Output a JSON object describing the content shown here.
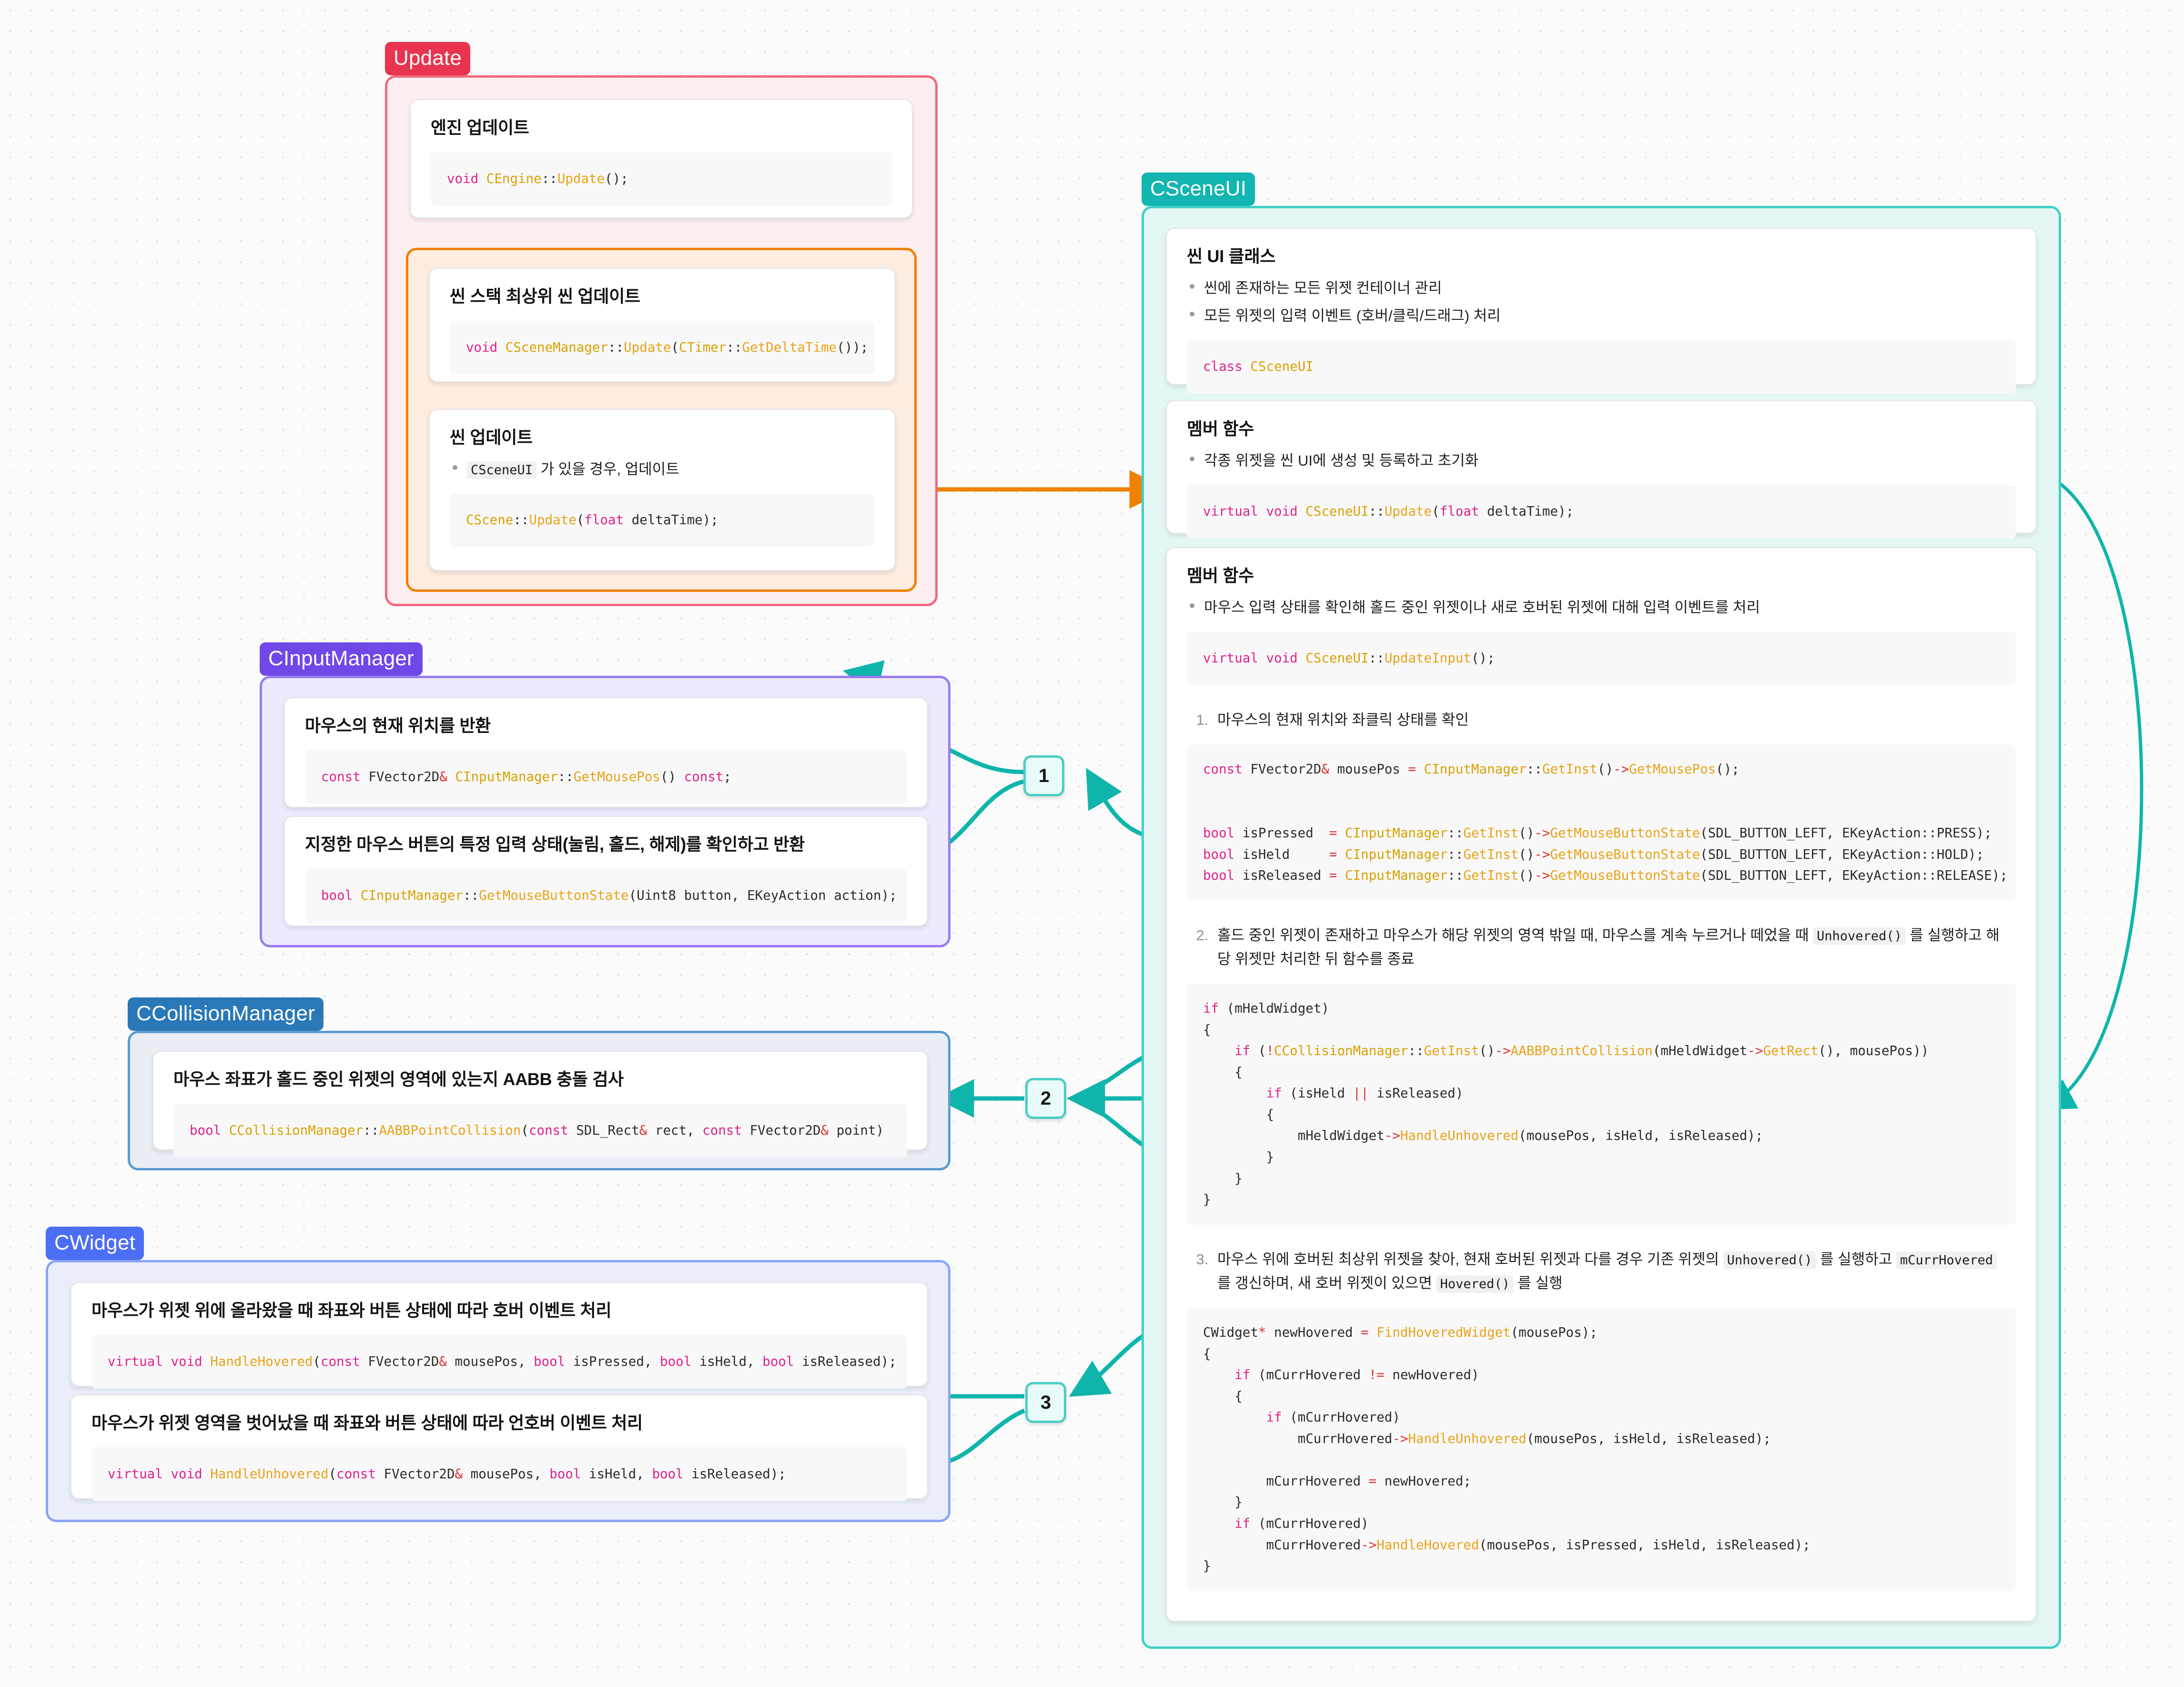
{
  "groups": {
    "update": {
      "label": "Update",
      "color": "#e8344e"
    },
    "input": {
      "label": "CInputManager",
      "color": "#7048e8"
    },
    "collision": {
      "label": "CCollisionManager",
      "color": "#2a78b8"
    },
    "widget": {
      "label": "CWidget",
      "color": "#4c6ef5"
    },
    "sceneui": {
      "label": "CSceneUI",
      "color": "#12b5b0"
    }
  },
  "update_group": {
    "engine_card": {
      "title": "엔진 업데이트",
      "code": "void CEngine::Update();"
    },
    "scenemgr_card": {
      "title": "씬 스택 최상위 씬 업데이트",
      "code": "void CSceneManager::Update(CTimer::GetDeltaTime());"
    },
    "scene_card": {
      "title": "씬 업데이트",
      "bullets": [
        "CSceneUI 가 있을 경우, 업데이트"
      ],
      "bullet_code": "CSceneUI",
      "bullet_tail": " 가 있을 경우, 업데이트",
      "code": "CScene::Update(float deltaTime);"
    }
  },
  "input_group": {
    "card1": {
      "title": "마우스의 현재 위치를 반환",
      "code": "const FVector2D& CInputManager::GetMousePos() const;"
    },
    "card2": {
      "title": "지정한 마우스 버튼의 특정 입력 상태(눌림, 홀드, 해제)를 확인하고 반환",
      "code": "bool CInputManager::GetMouseButtonState(Uint8 button, EKeyAction action);"
    }
  },
  "collision_group": {
    "card1": {
      "title": "마우스 좌표가 홀드 중인 위젯의 영역에 있는지 AABB 충돌 검사",
      "code": "bool CCollisionManager::AABBPointCollision(const SDL_Rect& rect, const FVector2D& point)"
    }
  },
  "widget_group": {
    "card1": {
      "title": "마우스가 위젯 위에 올라왔을 때 좌표와 버튼 상태에 따라 호버 이벤트 처리",
      "code": "virtual void HandleHovered(const FVector2D& mousePos, bool isPressed, bool isHeld, bool isReleased);"
    },
    "card2": {
      "title": "마우스가 위젯 영역을 벗어났을 때 좌표와 버튼 상태에 따라 언호버 이벤트 처리",
      "code": "virtual void HandleUnhovered(const FVector2D& mousePos, bool isHeld, bool isReleased);"
    }
  },
  "sceneui_group": {
    "card_class": {
      "title": "씬 UI 클래스",
      "bullets": [
        "씬에 존재하는 모든 위젯 컨테이너 관리",
        "모든 위젯의 입력 이벤트 (호버/클릭/드래그) 처리"
      ],
      "code": "class CSceneUI"
    },
    "card_update": {
      "title": "멤버 함수",
      "bullets": [
        "각종 위젯을 씬 UI에 생성 및 등록하고 초기화"
      ],
      "code": "virtual void CSceneUI::Update(float deltaTime);"
    },
    "card_updateinput": {
      "title": "멤버 함수",
      "bullets": [
        "마우스 입력 상태를 확인해 홀드 중인 위젯이나 새로 호버된 위젯에 대해 입력 이벤트를 처리"
      ],
      "code": "virtual void CSceneUI::UpdateInput();",
      "steps": [
        {
          "num": "1",
          "text": "마우스의 현재 위치와 좌클릭 상태를 확인",
          "code": "const FVector2D& mousePos = CInputManager::GetInst()->GetMousePos();\n\nbool isPressed  = CInputManager::GetInst()->GetMouseButtonState(SDL_BUTTON_LEFT, EKeyAction::PRESS);\nbool isHeld     = CInputManager::GetInst()->GetMouseButtonState(SDL_BUTTON_LEFT, EKeyAction::HOLD);\nbool isReleased = CInputManager::GetInst()->GetMouseButtonState(SDL_BUTTON_LEFT, EKeyAction::RELEASE);"
        },
        {
          "num": "2",
          "text_a": "홀드 중인 위젯이 존재하고 마우스가 해당 위젯의 영역 밖일 때, 마우스를 계속 누르거나 떼었을 때 ",
          "text_chip": "Unhovered()",
          "text_b": " 를 실행하고 해당 위젯만 처리한 뒤 함수를 종료",
          "code": "if (mHeldWidget)\n{\n    if (!CCollisionManager::GetInst()->AABBPointCollision(mHeldWidget->GetRect(), mousePos))\n    {\n        if (isHeld || isReleased)\n        {\n            mHeldWidget->HandleUnhovered(mousePos, isHeld, isReleased);\n        }\n    }\n}"
        },
        {
          "num": "3",
          "text_a": "마우스 위에 호버된 최상위 위젯을 찾아, 현재 호버된 위젯과 다를 경우 기존 위젯의 ",
          "text_chip": "Unhovered()",
          "text_b": " 를 실행하고 ",
          "text_chip2": "mCurrHovered",
          "text_c": " 를 갱신하며, 새 호버 위젯이 있으면 ",
          "text_chip3": "Hovered()",
          "text_d": " 를 실행",
          "code": "CWidget* newHovered = FindHoveredWidget(mousePos);\n{\n    if (mCurrHovered != newHovered)\n    {\n        if (mCurrHovered)\n            mCurrHovered->HandleUnhovered(mousePos, isHeld, isReleased);\n\n        mCurrHovered = newHovered;\n    }\n    if (mCurrHovered)\n        mCurrHovered->HandleHovered(mousePos, isPressed, isHeld, isReleased);\n}"
        }
      ]
    }
  },
  "connectors": [
    {
      "num": "1"
    },
    {
      "num": "2"
    },
    {
      "num": "3"
    }
  ],
  "colors": {
    "arrow_teal": "#0fb5ab",
    "arrow_orange": "#f08000",
    "arrow_red": "#e8344e"
  }
}
